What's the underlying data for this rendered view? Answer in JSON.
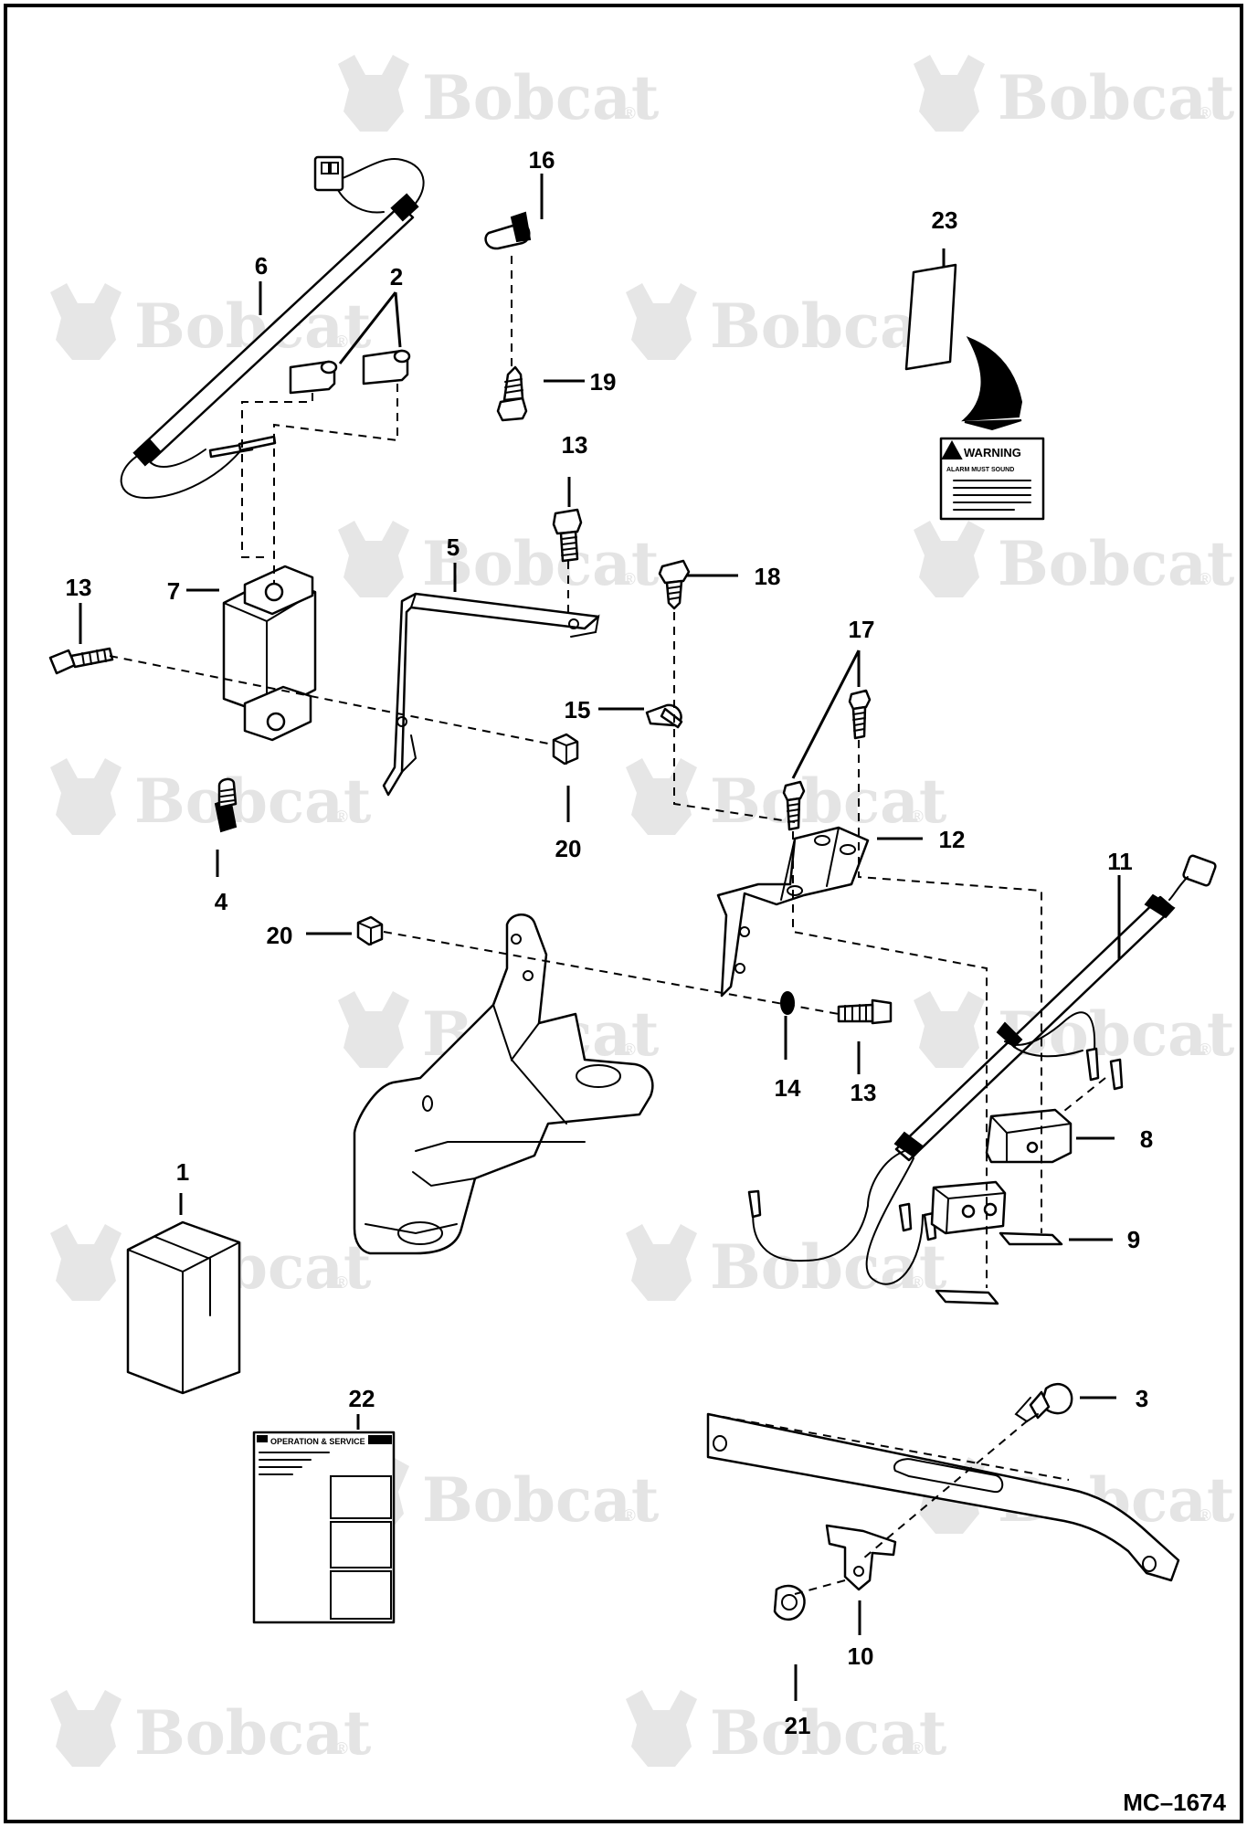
{
  "diagram": {
    "figure_id": "MC–1674",
    "watermark": {
      "brand": "Bobcat",
      "mark": "®"
    },
    "warning_decal": {
      "heading": "WARNING",
      "body": "ALARM MUST SOUND"
    },
    "manual_cover": {
      "title": "OPERATION & SERVICE"
    },
    "callouts": [
      {
        "id": "c1",
        "label": "1"
      },
      {
        "id": "c2",
        "label": "2"
      },
      {
        "id": "c3",
        "label": "3"
      },
      {
        "id": "c4",
        "label": "4"
      },
      {
        "id": "c5",
        "label": "5"
      },
      {
        "id": "c6",
        "label": "6"
      },
      {
        "id": "c7",
        "label": "7"
      },
      {
        "id": "c8",
        "label": "8"
      },
      {
        "id": "c9",
        "label": "9"
      },
      {
        "id": "c10",
        "label": "10"
      },
      {
        "id": "c11",
        "label": "11"
      },
      {
        "id": "c12",
        "label": "12"
      },
      {
        "id": "c13a",
        "label": "13"
      },
      {
        "id": "c13b",
        "label": "13"
      },
      {
        "id": "c13c",
        "label": "13"
      },
      {
        "id": "c14",
        "label": "14"
      },
      {
        "id": "c15",
        "label": "15"
      },
      {
        "id": "c16",
        "label": "16"
      },
      {
        "id": "c17",
        "label": "17"
      },
      {
        "id": "c18",
        "label": "18"
      },
      {
        "id": "c19",
        "label": "19"
      },
      {
        "id": "c20a",
        "label": "20"
      },
      {
        "id": "c20b",
        "label": "20"
      },
      {
        "id": "c21",
        "label": "21"
      },
      {
        "id": "c22",
        "label": "22"
      },
      {
        "id": "c23",
        "label": "23"
      }
    ]
  }
}
